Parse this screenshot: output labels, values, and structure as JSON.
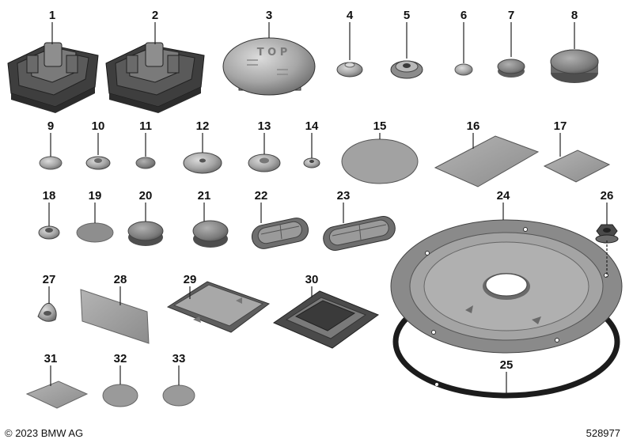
{
  "diagram": {
    "part_numbers": [
      "1",
      "2",
      "3",
      "4",
      "5",
      "6",
      "7",
      "8",
      "9",
      "10",
      "11",
      "12",
      "13",
      "14",
      "15",
      "16",
      "17",
      "18",
      "19",
      "20",
      "21",
      "22",
      "23",
      "24",
      "25",
      "26",
      "27",
      "28",
      "29",
      "30",
      "31",
      "32",
      "33"
    ],
    "cap_text": "T O P",
    "colors": {
      "part_fill": "#9a9a9a",
      "part_light": "#c4c4c4",
      "part_dark": "#5e5e5e",
      "line": "#222222",
      "gasket": "#1c1c1c",
      "background": "#ffffff"
    }
  },
  "footer": {
    "copyright": "© 2023 BMW AG",
    "diagram_id": "528977"
  }
}
